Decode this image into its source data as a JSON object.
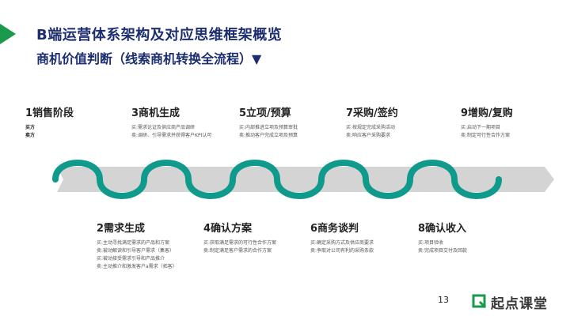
{
  "header": {
    "title": "B端运营体系架构及对应思维框架概览",
    "subtitle": "商机价值判断（线索商机转换全流程）▼"
  },
  "stages_top": [
    {
      "title": "1销售阶段",
      "lines": [
        "买方",
        "卖方"
      ]
    },
    {
      "title": "3商机生成",
      "lines": [
        "买:需求论证及供应商产品调研",
        "卖:调研、引导需求并获得客户KPI认可"
      ]
    },
    {
      "title": "5立项/预算",
      "lines": [
        "买:内部推进立项及预算审批",
        "卖:推动客户完成立项及预算"
      ]
    },
    {
      "title": "7采购/签约",
      "lines": [
        "买:按规定完成采购活动",
        "卖:响应客户采购要求"
      ]
    },
    {
      "title": "9增购/复购",
      "lines": [
        "买:启动下一期项目",
        "卖:制定可行性合作方案"
      ]
    }
  ],
  "stages_bottom": [
    {
      "title": "2需求生成",
      "lines": [
        "买:主动寻找满足需求的产品和方案",
        "卖:被动解读和引导客户需求（集客）",
        "买:被动接受需求引导和产品推介",
        "卖:主动推介和激发客户a需求（拓客）"
      ]
    },
    {
      "title": "4确认方案",
      "lines": [
        "买:获取满足需求的可行性合作方案",
        "卖:制定满足客户需求的合作方案"
      ]
    },
    {
      "title": "6商务谈判",
      "lines": [
        "买:确定采购方式及供应商要求",
        "卖:争取对公司有利的采购条款"
      ]
    },
    {
      "title": "8确认收入",
      "lines": [
        "买:项目验收",
        "卖:完成项目交付及回款"
      ]
    }
  ],
  "footer": {
    "page_number": "13",
    "brand": "起点课堂"
  },
  "colors": {
    "accent_green": "#1a9a4a",
    "title_navy": "#1d2e70",
    "wave_teal": "#0f9a8c",
    "arrow_grey": "#d4d4d4"
  }
}
